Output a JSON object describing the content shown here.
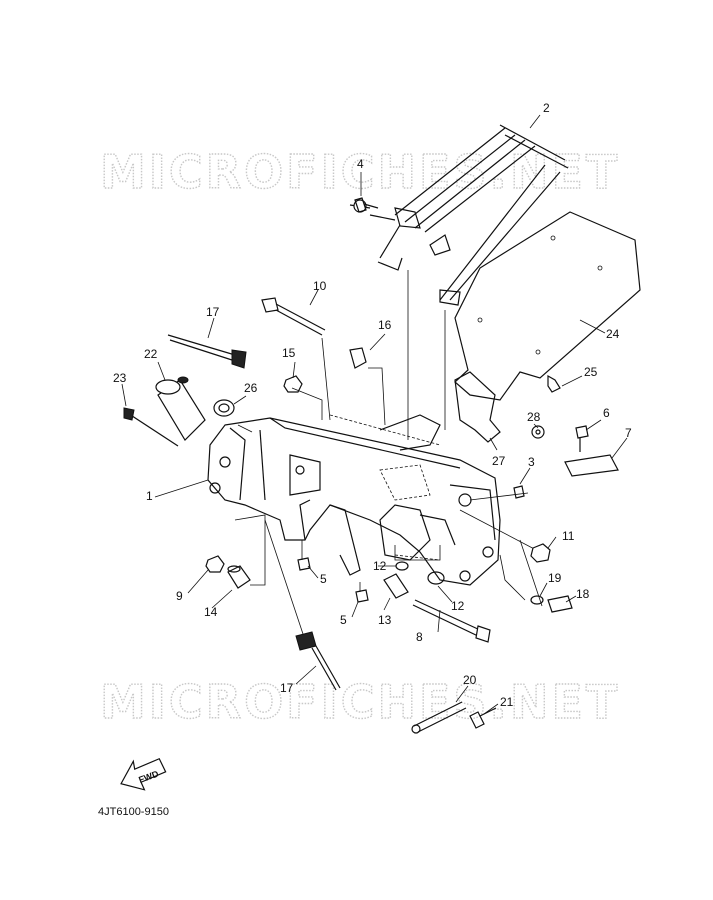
{
  "watermark": "MICROFICHES.NET",
  "drawing_code": "4JT6100-9150",
  "fwd_label": "FWD",
  "labels": [
    {
      "id": "p1",
      "text": "1"
    },
    {
      "id": "p2",
      "text": "2"
    },
    {
      "id": "p3",
      "text": "3"
    },
    {
      "id": "p4",
      "text": "4"
    },
    {
      "id": "p5a",
      "text": "5"
    },
    {
      "id": "p5b",
      "text": "5"
    },
    {
      "id": "p6",
      "text": "6"
    },
    {
      "id": "p7",
      "text": "7"
    },
    {
      "id": "p8",
      "text": "8"
    },
    {
      "id": "p9",
      "text": "9"
    },
    {
      "id": "p10",
      "text": "10"
    },
    {
      "id": "p11",
      "text": "11"
    },
    {
      "id": "p12a",
      "text": "12"
    },
    {
      "id": "p12b",
      "text": "12"
    },
    {
      "id": "p13",
      "text": "13"
    },
    {
      "id": "p14",
      "text": "14"
    },
    {
      "id": "p15",
      "text": "15"
    },
    {
      "id": "p16",
      "text": "16"
    },
    {
      "id": "p17a",
      "text": "17"
    },
    {
      "id": "p17b",
      "text": "17"
    },
    {
      "id": "p18",
      "text": "18"
    },
    {
      "id": "p19",
      "text": "19"
    },
    {
      "id": "p20",
      "text": "20"
    },
    {
      "id": "p21",
      "text": "21"
    },
    {
      "id": "p22",
      "text": "22"
    },
    {
      "id": "p23",
      "text": "23"
    },
    {
      "id": "p24",
      "text": "24"
    },
    {
      "id": "p25",
      "text": "25"
    },
    {
      "id": "p26",
      "text": "26"
    },
    {
      "id": "p27",
      "text": "27"
    },
    {
      "id": "p28",
      "text": "28"
    }
  ]
}
